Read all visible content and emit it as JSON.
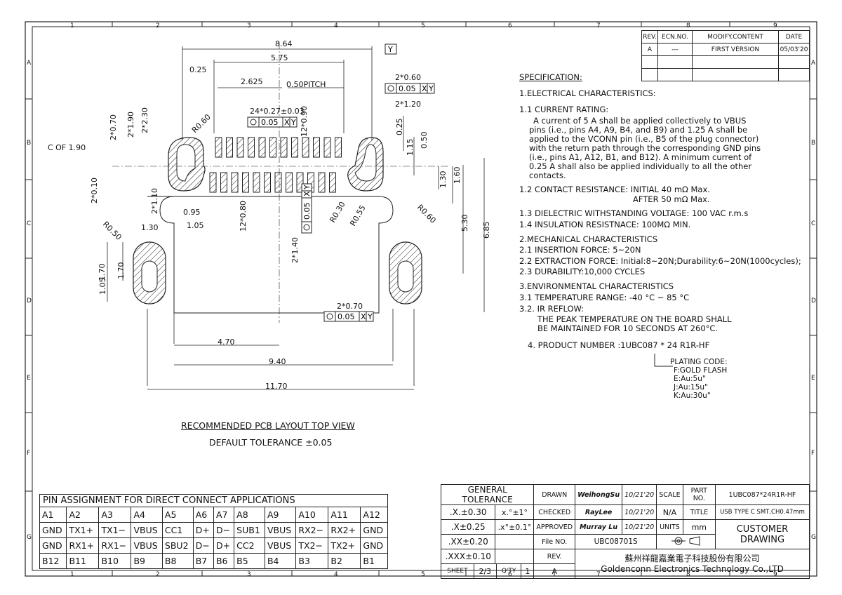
{
  "frame": {
    "col_markers": [
      "1",
      "2",
      "3",
      "4",
      "5",
      "6",
      "7",
      "8",
      "9"
    ],
    "row_markers": [
      "A",
      "B",
      "C",
      "D",
      "E",
      "F",
      "G"
    ]
  },
  "revision": {
    "headers": [
      "REV.",
      "ECN.NO.",
      "MODIFY.CONTENT",
      "DATE"
    ],
    "rows": [
      [
        "A",
        "---",
        "FIRST VERSION",
        "05/03'20"
      ],
      [
        "",
        "",
        "",
        ""
      ],
      [
        "",
        "",
        "",
        ""
      ]
    ]
  },
  "drawing": {
    "dims": [
      "8.64",
      "5.75",
      "0.25",
      "2.625",
      "0.50PITCH",
      "24*0.27±0.03",
      "12*0.90",
      "2*0.60",
      "2*1.20",
      "0.25",
      "1.15",
      "0.50",
      "1.30",
      "1.60",
      "5.30",
      "6.85",
      "2*0.70",
      "2*1.90",
      "2*2.30",
      "R0.60",
      "C OF 1.90",
      "2*0.10",
      "2*1.10",
      "0.95",
      "1.05",
      "12*0.80",
      "R0.30",
      "R0.55",
      "R0.60",
      "R0.50",
      "1.30",
      "1.70",
      "1.70",
      "1.05",
      "2*1.40",
      "2*0.70",
      "4.70",
      "9.40",
      "11.70"
    ],
    "datum_y": "Y",
    "fcf": [
      "0.05",
      "X",
      "Y"
    ],
    "title": "RECOMMENDED PCB LAYOUT TOP VIEW",
    "tolerance": "DEFAULT TOLERANCE ±0.05"
  },
  "spec": {
    "heading": "SPECIFICATION:",
    "lines": [
      "1.ELECTRICAL CHARACTERISTICS:",
      "1.1 CURRENT RATING:",
      "A current of 5 A shall be applied collectively to VBUS",
      "pins (i.e., pins A4, A9, B4, and B9) and 1.25 A shall be",
      "applied to the VCONN pin (i.e., B5 of the plug connector)",
      "with the return path through the corresponding GND pins",
      "(i.e., pins A1, A12, B1, and B12).  A minimum current of",
      "0.25 A shall also be applied individually to all the other",
      "contacts.",
      "1.2 CONTACT RESISTANCE: INITIAL 40 mΩ Max.",
      "AFTER 50 mΩ Max.",
      "1.3 DIELECTRIC WITHSTANDING VOLTAGE: 100 VAC r.m.s",
      "1.4 INSULATION RESISTNACE: 100MΩ MIN.",
      "2.MECHANICAL CHARACTERISTICS",
      "2.1 INSERTION FORCE: 5~20N",
      "2.2 EXTRACTION FORCE: Initial:8~20N;Durability:6~20N(1000cycles);",
      "2.3 DURABILITY:10,000 CYCLES",
      "3.ENVIRONMENTAL    CHARACTERISTICS",
      "3.1 TEMPERATURE RANGE: -40 °C ~ 85 °C",
      "3.2. IR REFLOW:",
      "THE PEAK TEMPERATURE ON THE BOARD SHALL",
      "BE MAINTAINED FOR 10 SECONDS AT 260°C.",
      "4. PRODUCT NUMBER :1UBC087 * 24 R1R-HF"
    ],
    "plating": [
      "PLATING CODE:",
      "F:GOLD FLASH",
      "E:Au:5u\"",
      "J:Au:15u\"",
      "K:Au:30u\""
    ]
  },
  "pins": {
    "title": "PIN ASSIGNMENT FOR DIRECT CONNECT APPLICATIONS",
    "rows": [
      [
        "A1",
        "A2",
        "A3",
        "A4",
        "A5",
        "A6",
        "A7",
        "A8",
        "A9",
        "A10",
        "A11",
        "A12"
      ],
      [
        "GND",
        "TX1+",
        "TX1−",
        "VBUS",
        "CC1",
        "D+",
        "D−",
        "SUB1",
        "VBUS",
        "RX2−",
        "RX2+",
        "GND"
      ],
      [
        "GND",
        "RX1+",
        "RX1−",
        "VBUS",
        "SBU2",
        "D−",
        "D+",
        "CC2",
        "VBUS",
        "TX2−",
        "TX2+",
        "GND"
      ],
      [
        "B12",
        "B11",
        "B10",
        "B9",
        "B8",
        "B7",
        "B6",
        "B5",
        "B4",
        "B3",
        "B2",
        "B1"
      ]
    ]
  },
  "titleblock": {
    "general_tolerance": "GENERAL TOLERANCE",
    "tol": [
      ".X.±0.30",
      ".X±0.25",
      ".XX±0.20",
      ".XXX±0.10"
    ],
    "ang": [
      "x.°±1°",
      ".x°±0.1°"
    ],
    "drawn": "DRAWN",
    "drawn_by": "WeihongSu",
    "drawn_date": "10/21'20",
    "checked": "CHECKED",
    "checked_by": "RayLee",
    "checked_date": "10/21'20",
    "approved": "APPROVED",
    "approved_by": "Murray Lu",
    "approved_date": "10/21'20",
    "scale": "SCALE",
    "scale_val": "N/A",
    "units": "UNITS",
    "units_val": "mm",
    "part_no": "PART NO.",
    "part_no_val": "1UBC087*24R1R-HF",
    "title": "TITLE",
    "title_val": "USB TYPE C SMT,CH0.47mm",
    "customer": "CUSTOMER DRAWING",
    "file_no": "File NO.",
    "file_no_val": "UBC08701S",
    "rev": "REV.",
    "rev_val": "A",
    "sheet": "SHEET",
    "sheet_val": "2/3",
    "qty": "Q'TY",
    "qty_val": "1",
    "company_cn": "蘇州祥龍嘉業電子科技股份有限公司",
    "company_en": "Goldenconn Electronics Technology Co.,LTD"
  }
}
